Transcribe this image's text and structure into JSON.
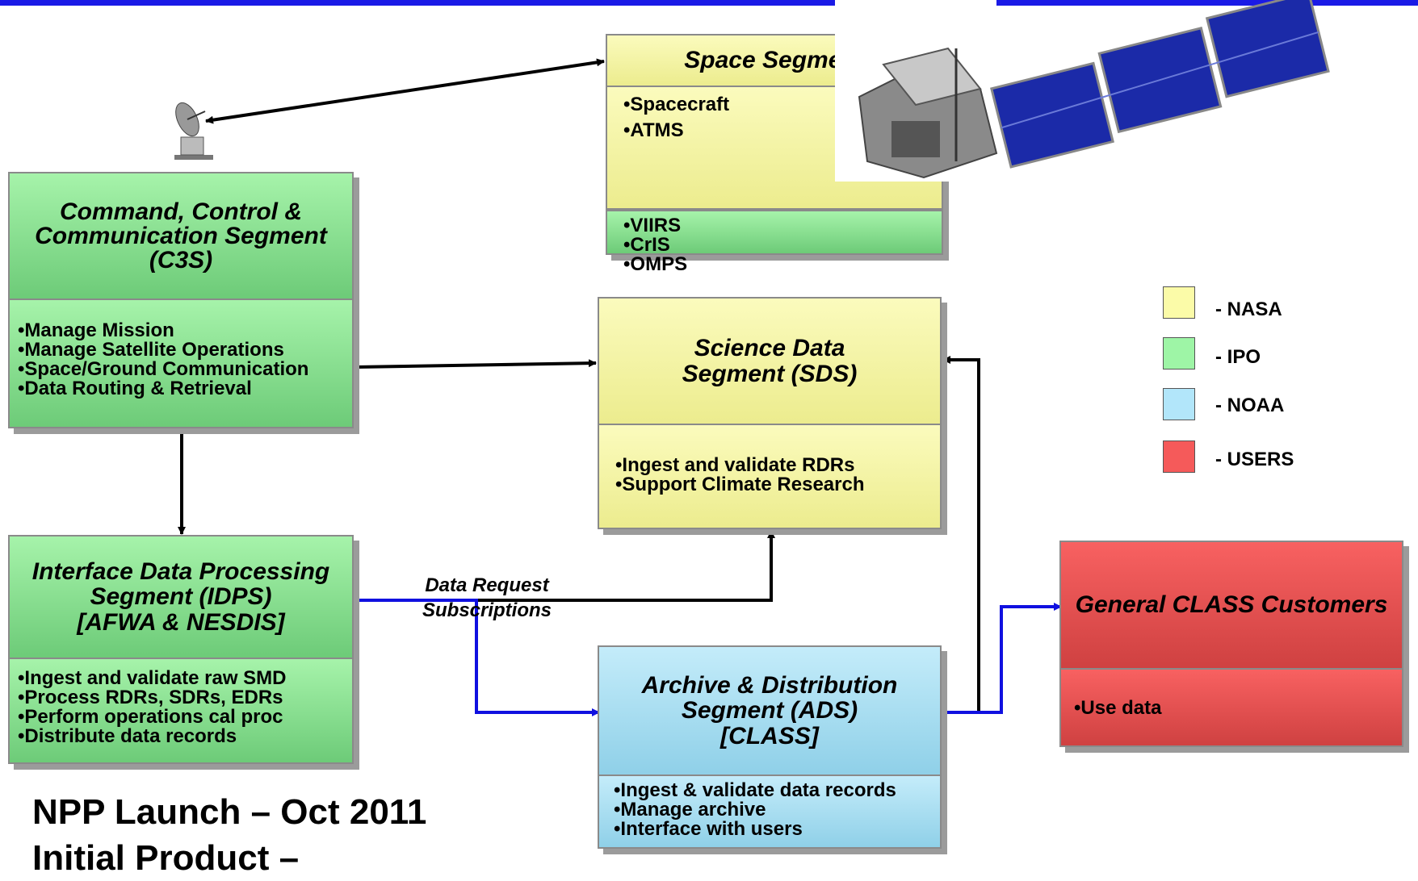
{
  "segments": {
    "space": {
      "title": "Space Segment",
      "items_top": [
        "•Spacecraft",
        "•ATMS"
      ],
      "items_bottom": [
        "•VIIRS",
        "•CrIS",
        "•OMPS"
      ]
    },
    "c3s": {
      "title_lines": [
        "Command, Control &",
        "Communication Segment",
        "(C3S)"
      ],
      "items": [
        "•Manage Mission",
        "•Manage Satellite Operations",
        "•Space/Ground Communication",
        "•Data Routing & Retrieval"
      ]
    },
    "sds": {
      "title_lines": [
        "Science Data",
        "Segment (SDS)"
      ],
      "items": [
        "•Ingest and validate RDRs",
        "•Support Climate Research"
      ]
    },
    "idps": {
      "title_lines": [
        "Interface Data Processing",
        "Segment (IDPS)",
        "[AFWA & NESDIS]"
      ],
      "items": [
        "•Ingest and validate raw SMD",
        "•Process RDRs, SDRs, EDRs",
        "•Perform operations cal proc",
        "•Distribute data records"
      ]
    },
    "ads": {
      "title_lines": [
        "Archive & Distribution",
        "Segment (ADS)",
        "[CLASS]"
      ],
      "items": [
        "•Ingest & validate data records",
        "•Manage archive",
        "•Interface with users"
      ]
    },
    "customers": {
      "title": "General CLASS Customers",
      "items": [
        "•Use data"
      ]
    }
  },
  "legend": [
    {
      "label": "- NASA",
      "color": "#fbfba8"
    },
    {
      "label": "- IPO",
      "color": "#9ef5a6"
    },
    {
      "label": "- NOAA",
      "color": "#b2e6fa"
    },
    {
      "label": "- USERS",
      "color": "#f55a5a"
    }
  ],
  "data_request_label": [
    "Data Request",
    "Subscriptions"
  ],
  "footer": [
    "NPP Launch – Oct 2011",
    "Initial Product –"
  ],
  "icons": {
    "antenna": "satellite-dish-icon",
    "spacecraft": "satellite-image"
  },
  "colors": {
    "arrow_black": "#000000",
    "arrow_blue": "#1010e0",
    "top_bar": "#1a1ae6"
  }
}
